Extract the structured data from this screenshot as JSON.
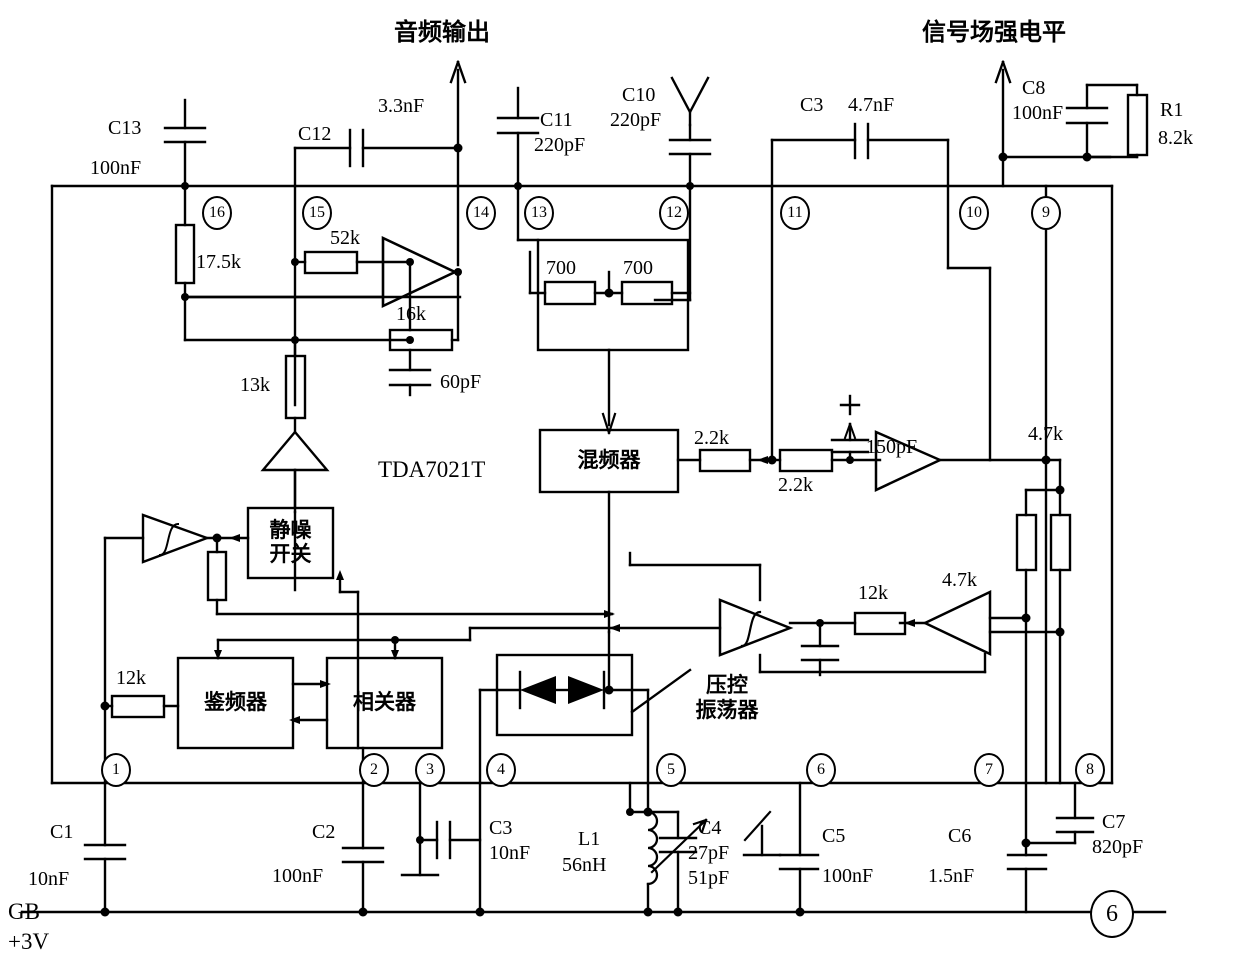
{
  "diagram": {
    "type": "schematic",
    "device": "TDA7021T",
    "device_label": "TDA7021T",
    "figure_number": "6",
    "top_labels": {
      "audio_output": "音频输出",
      "signal_strength": "信号场强电平"
    },
    "power_label": {
      "name": "GB",
      "voltage": "+3V"
    }
  },
  "pins": {
    "top": [
      "16",
      "15",
      "14",
      "13",
      "12",
      "11",
      "10",
      "9"
    ],
    "bottom": [
      "1",
      "2",
      "3",
      "4",
      "5",
      "6",
      "7",
      "8"
    ]
  },
  "blocks": [
    {
      "id": "squelch",
      "label": "静噪\n开关"
    },
    {
      "id": "discriminator",
      "label": "鉴频器"
    },
    {
      "id": "correlator",
      "label": "相关器"
    },
    {
      "id": "mixer",
      "label": "混频器"
    },
    {
      "id": "vco",
      "label": "压控\n振荡器"
    }
  ],
  "external_capacitors": [
    {
      "ref": "C1",
      "value": "10nF"
    },
    {
      "ref": "C2",
      "value": "100nF"
    },
    {
      "ref": "C3",
      "value": "10nF"
    },
    {
      "ref": "C4",
      "value": "27pF",
      "value2": "51pF"
    },
    {
      "ref": "C5",
      "value": "100nF"
    },
    {
      "ref": "C6",
      "value": "1.5nF"
    },
    {
      "ref": "C7",
      "value": "820pF"
    },
    {
      "ref": "C8",
      "value": "100nF"
    },
    {
      "ref": "C10",
      "value": "220pF"
    },
    {
      "ref": "C11",
      "value": "220pF"
    },
    {
      "ref": "C12",
      "value": "3.3nF"
    },
    {
      "ref": "C13",
      "value": "100nF"
    }
  ],
  "external_other": [
    {
      "ref": "C3",
      "value": "4.7nF"
    },
    {
      "ref": "R1",
      "value": "8.2k"
    },
    {
      "ref": "L1",
      "value": "56nH"
    }
  ],
  "internal_values": {
    "r_17_5k": "17.5k",
    "r_52k": "52k",
    "r_16k": "16k",
    "c_60pF": "60pF",
    "r_13k": "13k",
    "r_700_a": "700",
    "r_700_b": "700",
    "r_2k2_a": "2.2k",
    "r_2k2_b": "2.2k",
    "c_150pF": "150pF",
    "r_4k7_top": "4.7k",
    "r_4k7_amp": "4.7k",
    "r_12k_right": "12k",
    "r_12k_left": "12k"
  },
  "labels": {
    "c13_ref": "C13",
    "c13_val": "100nF",
    "c12_ref": "C12",
    "c12_val": "3.3nF",
    "c11_ref": "C11",
    "c11_val": "220pF",
    "c10_ref": "C10",
    "c10_val": "220pF",
    "c3top_ref": "C3",
    "c3top_val": "4.7nF",
    "c8_ref": "C8",
    "c8_val": "100nF",
    "r1_ref": "R1",
    "r1_val": "8.2k",
    "c1_ref": "C1",
    "c1_val": "10nF",
    "c2_ref": "C2",
    "c2_val": "100nF",
    "c3_ref": "C3",
    "c3_val": "10nF",
    "l1_ref": "L1",
    "l1_val": "56nH",
    "c4_ref": "C4",
    "c4_val1": "27pF",
    "c4_val2": "51pF",
    "c5_ref": "C5",
    "c5_val": "100nF",
    "c6_ref": "C6",
    "c6_val": "1.5nF",
    "c7_ref": "C7",
    "c7_val": "820pF"
  }
}
